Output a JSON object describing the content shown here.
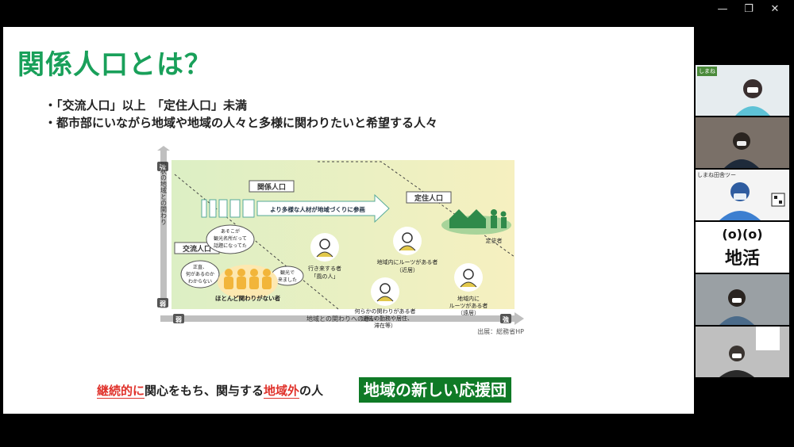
{
  "window": {
    "controls": [
      "—",
      "❐",
      "✕"
    ]
  },
  "slide": {
    "title": "関係人口とは？",
    "bullets": [
      "・「交流人口」以上　「定住人口」未満",
      "・都市部にいながら地域や地域の人々と多様に関わりたいと希望する人々"
    ],
    "diagram": {
      "y_axis_label": "現状の地域との関わり",
      "y_strong": "強",
      "y_weak": "弱",
      "x_axis_label": "地域との関わりへの想い",
      "x_weak": "弱",
      "x_strong": "強",
      "kankei_label": "関係人口",
      "teijyu_label": "定住人口",
      "kouryu_label": "交流人口",
      "arrow_text": "より多様な人材が地域づくりに参画",
      "teijyusha": "定住者",
      "persons": [
        {
          "line1": "行き来する者",
          "line2": "「風の人」",
          "line3": ""
        },
        {
          "line1": "地域内にルーツがある者",
          "line2": "（近居）",
          "line3": ""
        },
        {
          "line1": "何らかの関わりがある者",
          "line2": "（過去の勤務や居住、",
          "line3": "滞在等）"
        },
        {
          "line1": "地域内に",
          "line2": "ルーツがある者",
          "line3": "（遠居）"
        }
      ],
      "bubbles": [
        {
          "line1": "あそこが",
          "line2": "観光名所だって",
          "line3": "話題になってた"
        },
        {
          "line1": "正直、",
          "line2": "何があるのか",
          "line3": "わからない"
        },
        {
          "line1": "観光で",
          "line2": "来ました",
          "line3": ""
        }
      ],
      "group_label": "ほとんど関わりがない者",
      "source": "出展：総務省HP"
    },
    "bottom": {
      "red1": "継続的に",
      "text1": "関心をもち、関与する",
      "red2": "地域外",
      "text2": "の人"
    },
    "badge": "地域の新しい応援団"
  },
  "participants": {
    "tile1_badge": "しまね",
    "tile3_text": "しまね田舎ツー",
    "tile4_logo1": "(o)(o)",
    "tile4_logo2": "地活"
  },
  "colors": {
    "green": "#19a05a",
    "badge_green": "#0f7a26",
    "red": "#e0322b"
  }
}
